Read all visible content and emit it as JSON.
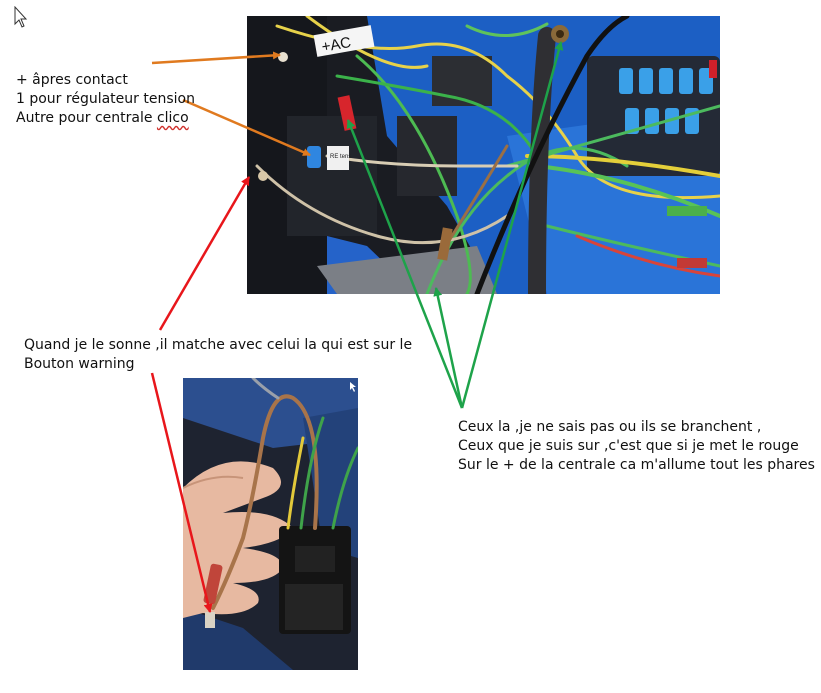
{
  "notes": {
    "contact": {
      "line1": "+ âpres contact",
      "line2": "1 pour régulateur tension",
      "line3_prefix": "Autre pour centrale ",
      "line3_word": "clico"
    },
    "sonne": {
      "line1": "Quand je le sonne ,il matche avec celui la qui est sur le",
      "line2": "Bouton warning"
    },
    "ceux": {
      "line1": "Ceux la ,je ne sais pas ou ils se branchent ,",
      "line2": "Ceux que je suis sur ,c'est que si je met le rouge",
      "line3": "Sur le + de la centrale ca m'allume tout les phares"
    }
  },
  "photo_top": {
    "tag_label": "+AC",
    "small_label": "RE tens"
  },
  "colors": {
    "arrow_orange": "#e07a1f",
    "arrow_red": "#e8161b",
    "arrow_green": "#1ea34a",
    "photo_blue": "#1c5fc4"
  }
}
